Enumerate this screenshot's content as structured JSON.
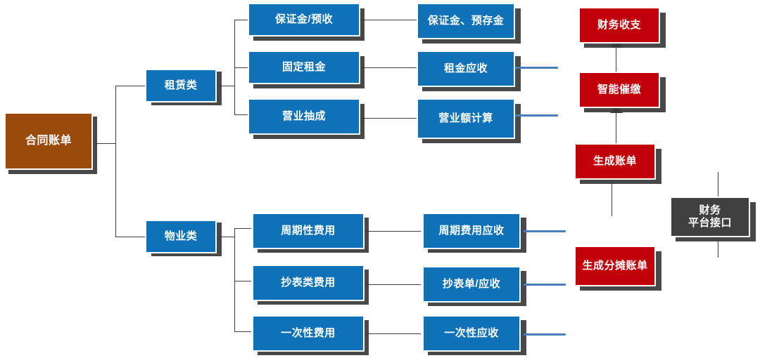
{
  "diagram": {
    "type": "flow-diagram",
    "background": "#ffffff",
    "palette": {
      "blue": "#0f72b8",
      "brown": "#9c4a0c",
      "red": "#c10009",
      "gray": "#404040",
      "connector": "#3f3f3f",
      "connector_blue": "#4a7ebb",
      "node_border": "#ffffff",
      "node_text": "#ffffff",
      "shadow": "#3a3a3a"
    },
    "root": {
      "label": "合同账单",
      "color": "brown"
    },
    "categories": [
      {
        "label": "租赁类",
        "color": "blue"
      },
      {
        "label": "物业类",
        "color": "blue"
      }
    ],
    "fee_types": [
      {
        "label": "保证金/预收",
        "color": "blue",
        "group": "租赁类"
      },
      {
        "label": "固定租金",
        "color": "blue",
        "group": "租赁类"
      },
      {
        "label": "营业抽成",
        "color": "blue",
        "group": "租赁类"
      },
      {
        "label": "周期性费用",
        "color": "blue",
        "group": "物业类"
      },
      {
        "label": "抄表类费用",
        "color": "blue",
        "group": "物业类"
      },
      {
        "label": "一次性费用",
        "color": "blue",
        "group": "物业类"
      }
    ],
    "receivables": [
      {
        "label": "保证金、预存金",
        "color": "blue",
        "source": "保证金/预收"
      },
      {
        "label": "租金应收",
        "color": "blue",
        "source": "固定租金"
      },
      {
        "label": "营业额计算",
        "color": "blue",
        "source": "营业抽成"
      },
      {
        "label": "周期费用应收",
        "color": "blue",
        "source": "周期性费用"
      },
      {
        "label": "抄表单/应收",
        "color": "blue",
        "source": "抄表类费用"
      },
      {
        "label": "一次性应收",
        "color": "blue",
        "source": "一次性费用"
      }
    ],
    "outputs": [
      {
        "label": "财务收支",
        "color": "red"
      },
      {
        "label": "智能催缴",
        "color": "red"
      },
      {
        "label": "生成账单",
        "color": "red"
      },
      {
        "label": "生成分摊账单",
        "color": "red"
      }
    ],
    "interface": {
      "label": "财务\n平台接口",
      "color": "gray"
    }
  }
}
